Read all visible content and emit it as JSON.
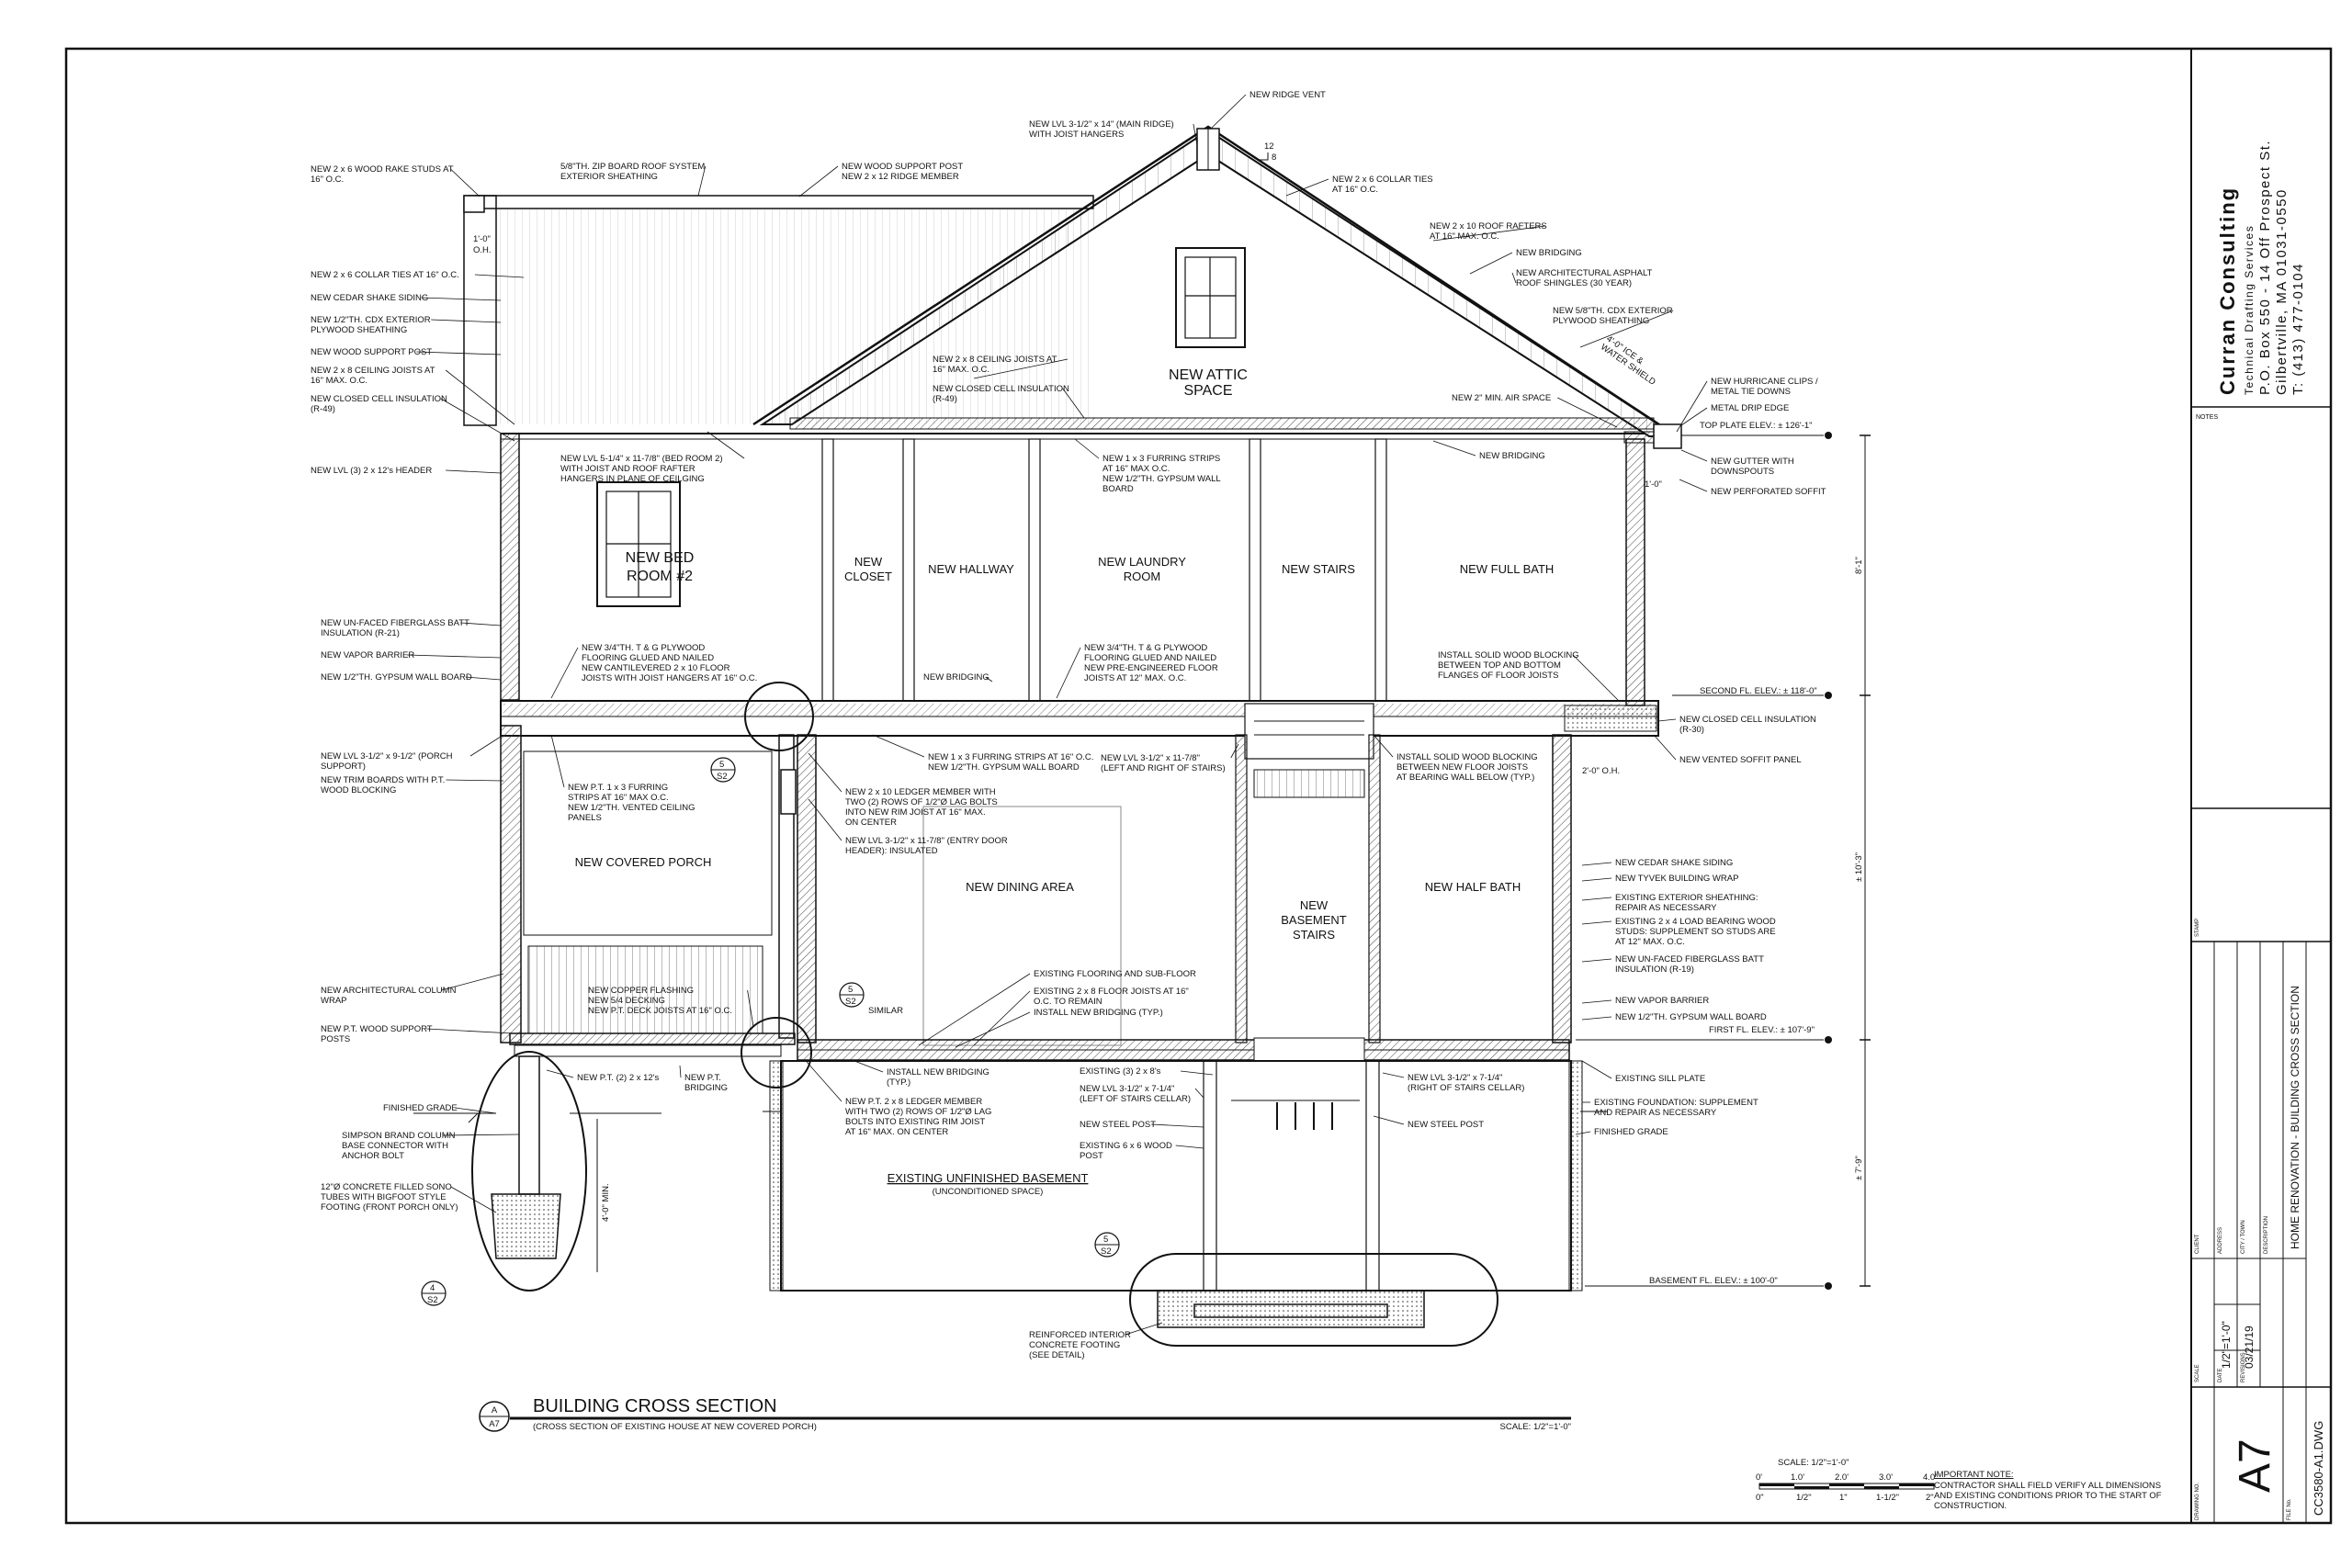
{
  "company": {
    "name": "Curran Consulting",
    "tagline": "Technical Drafting Services",
    "address1": "P.O. Box 550 - 14 Off Prospect St.",
    "address2": "Gilbertville, MA 01031-0550",
    "phone": "T: (413) 477-0104"
  },
  "titleblock": {
    "notes": "NOTES",
    "stamp": "STAMP",
    "client": "CLIENT",
    "address": "ADDRESS",
    "city_town": "CITY / TOWN",
    "description": "DESCRIPTION",
    "description_value": "HOME RENOVATION - BUILDING CROSS SECTION",
    "scale": "SCALE",
    "scale_value": "1/2\"=1'-0\"",
    "date": "DATE",
    "date_value": "03/21/19",
    "revisions": "REVISIONS",
    "drawing_no": "DRAWING NO.",
    "drawing_value": "A7",
    "file_no": "FILE No.",
    "file_value": "CC3580-A1.DWG"
  },
  "drawing": {
    "title": "BUILDING CROSS SECTION",
    "subtitle": "(CROSS SECTION OF EXISTING HOUSE AT NEW COVERED PORCH)",
    "bubble_top": "A",
    "bubble_bottom": "A7",
    "scale_right": "SCALE: 1/2\"=1'-0\"",
    "scale_bar_title": "SCALE: 1/2\"=1'-0\"",
    "scale_bar_top": [
      "0'",
      "1.0'",
      "2.0'",
      "3.0'",
      "4.0'"
    ],
    "scale_bar_bottom": [
      "0\"",
      "1/2\"",
      "1\"",
      "1-1/2\"",
      "2\""
    ],
    "important_title": "IMPORTANT NOTE:",
    "important_lines": [
      "CONTRACTOR SHALL FIELD VERIFY ALL DIMENSIONS",
      "AND EXISTING CONDITIONS PRIOR TO THE START OF",
      "CONSTRUCTION."
    ]
  },
  "rooms": {
    "attic1": "NEW ATTIC",
    "attic2": "SPACE",
    "bed1": "NEW BED",
    "bed2": "ROOM #2",
    "closet1": "NEW",
    "closet2": "CLOSET",
    "hallway": "NEW HALLWAY",
    "laundry1": "NEW LAUNDRY",
    "laundry2": "ROOM",
    "stairs": "NEW STAIRS",
    "fullbath": "NEW FULL BATH",
    "porch": "NEW COVERED PORCH",
    "dining": "NEW DINING AREA",
    "bstairs1": "NEW",
    "bstairs2": "BASEMENT",
    "bstairs3": "STAIRS",
    "halfbath": "NEW HALF BATH",
    "basement": "EXISTING UNFINISHED BASEMENT",
    "basement_sub": "(UNCONDITIONED SPACE)"
  },
  "elevations": {
    "top_plate": "TOP PLATE ELEV.: ± 126'-1\"",
    "second": "SECOND FL. ELEV.: ± 118'-0\"",
    "first": "FIRST FL. ELEV.: ± 107'-9\"",
    "basement": "BASEMENT FL. ELEV.: ± 100'-0\""
  },
  "dims": {
    "d1": "8'-1\"",
    "d2": "± 10'-3\"",
    "d3": "± 7'-9\"",
    "oh1a": "1'-0\"",
    "oh1b": "O.H.",
    "oh2": "1'-0\"",
    "oh3": "2'-0\" O.H.",
    "min4": "4'-0\" MIN.",
    "ice": "4'-0\" ICE &",
    "water": "WATER SHIELD",
    "pitch_run": "12",
    "pitch_rise": "8"
  },
  "details": {
    "d1t": "5",
    "d1b": "S2",
    "d2t": "5",
    "d2b": "S2",
    "d3t": "4",
    "d3b": "S2",
    "d4t": "5",
    "d4b": "S2",
    "similar": "SIMILAR"
  },
  "labels": {
    "left": [
      [
        "NEW 2 x 6 WOOD RAKE STUDS AT",
        "16\" O.C."
      ],
      [
        "NEW 2 x 6 COLLAR TIES AT 16\" O.C."
      ],
      [
        "NEW CEDAR SHAKE SIDING"
      ],
      [
        "NEW 1/2\"TH. CDX EXTERIOR",
        "PLYWOOD SHEATHING"
      ],
      [
        "NEW WOOD SUPPORT POST"
      ],
      [
        "NEW 2 x 8 CEILING JOISTS AT",
        "16\" MAX. O.C."
      ],
      [
        "NEW CLOSED CELL INSULATION",
        "(R-49)"
      ],
      [
        "NEW LVL (3) 2 x 12's HEADER"
      ],
      [
        "NEW UN-FACED FIBERGLASS BATT",
        "INSULATION (R-21)"
      ],
      [
        "NEW VAPOR BARRIER"
      ],
      [
        "NEW 1/2\"TH. GYPSUM WALL BOARD"
      ],
      [
        "NEW LVL 3-1/2\" x 9-1/2\" (PORCH",
        "SUPPORT)"
      ],
      [
        "NEW TRIM BOARDS WITH P.T.",
        "WOOD BLOCKING"
      ],
      [
        "NEW ARCHITECTURAL COLUMN",
        "WRAP"
      ],
      [
        "NEW P.T. WOOD SUPPORT",
        "POSTS"
      ],
      [
        "FINISHED GRADE"
      ],
      [
        "SIMPSON BRAND COLUMN",
        "BASE CONNECTOR WITH",
        "ANCHOR BOLT"
      ],
      [
        "12\"Ø CONCRETE FILLED SONO",
        "TUBES WITH BIGFOOT STYLE",
        "FOOTING (FRONT PORCH ONLY)"
      ]
    ],
    "top": [
      [
        "5/8\"TH. ZIP BOARD ROOF SYSTEM",
        "EXTERIOR SHEATHING"
      ],
      [
        "NEW WOOD SUPPORT POST",
        "NEW 2 x 12 RIDGE MEMBER"
      ],
      [
        "NEW LVL 3-1/2\" x 14\" (MAIN RIDGE)",
        "WITH JOIST HANGERS"
      ],
      [
        "NEW RIDGE VENT"
      ],
      [
        "NEW 2 x 6 COLLAR TIES",
        "AT 16\" O.C."
      ],
      [
        "NEW 2 x 10 ROOF RAFTERS",
        "AT 16\" MAX. O.C."
      ],
      [
        "NEW BRIDGING"
      ],
      [
        "NEW ARCHITECTURAL ASPHALT",
        "ROOF SHINGLES (30 YEAR)"
      ],
      [
        "NEW 5/8\"TH. CDX EXTERIOR",
        "PLYWOOD SHEATHING"
      ],
      [
        "NEW 2 x 8 CEILING JOISTS AT",
        "16\" MAX. O.C."
      ],
      [
        "NEW CLOSED CELL INSULATION",
        "(R-49)"
      ],
      [
        "NEW 2\" MIN. AIR SPACE"
      ]
    ],
    "right": [
      [
        "NEW HURRICANE CLIPS /",
        "METAL TIE DOWNS"
      ],
      [
        "METAL DRIP EDGE"
      ],
      [
        "NEW GUTTER WITH",
        "DOWNSPOUTS"
      ],
      [
        "NEW PERFORATED SOFFIT"
      ],
      [
        "NEW BRIDGING"
      ],
      [
        "NEW CLOSED CELL INSULATION",
        "(R-30)"
      ],
      [
        "NEW VENTED SOFFIT PANEL"
      ],
      [
        "NEW CEDAR SHAKE SIDING"
      ],
      [
        "NEW TYVEK BUILDING WRAP"
      ],
      [
        "EXISTING EXTERIOR SHEATHING:",
        "REPAIR AS NECESSARY"
      ],
      [
        "EXISTING 2 x 4 LOAD BEARING WOOD",
        "STUDS: SUPPLEMENT SO STUDS ARE",
        "AT 12\" MAX. O.C."
      ],
      [
        "NEW UN-FACED FIBERGLASS BATT",
        "INSULATION (R-19)"
      ],
      [
        "NEW VAPOR BARRIER"
      ],
      [
        "NEW 1/2\"TH. GYPSUM WALL BOARD"
      ],
      [
        "EXISTING SILL PLATE"
      ],
      [
        "EXISTING FOUNDATION: SUPPLEMENT",
        "AND REPAIR AS NECESSARY"
      ],
      [
        "FINISHED GRADE"
      ]
    ],
    "inner": [
      [
        "NEW LVL 5-1/4\" x 11-7/8\" (BED ROOM 2)",
        "WITH JOIST AND ROOF RAFTER",
        "HANGERS IN PLANE OF CEILGING"
      ],
      [
        "NEW 1 x 3 FURRING STRIPS",
        "AT 16\" MAX O.C.",
        "NEW 1/2\"TH. GYPSUM WALL",
        "BOARD"
      ],
      [
        "NEW 3/4\"TH. T & G PLYWOOD",
        "FLOORING GLUED AND NAILED",
        "NEW CANTILEVERED 2 x 10 FLOOR",
        "JOISTS WITH JOIST HANGERS AT 16\" O.C."
      ],
      [
        "NEW BRIDGING"
      ],
      [
        "NEW 3/4\"TH. T & G PLYWOOD",
        "FLOORING GLUED AND NAILED",
        "NEW PRE-ENGINEERED FLOOR",
        "JOISTS AT 12\" MAX. O.C."
      ],
      [
        "INSTALL SOLID WOOD BLOCKING",
        "BETWEEN TOP AND BOTTOM",
        "FLANGES OF FLOOR JOISTS"
      ],
      [
        "NEW P.T. 1 x 3 FURRING",
        "STRIPS AT 16\" MAX O.C.",
        "NEW 1/2\"TH. VENTED CEILING",
        "PANELS"
      ],
      [
        "NEW 1 x 3 FURRING STRIPS AT 16\" O.C.",
        "NEW 1/2\"TH. GYPSUM WALL BOARD"
      ],
      [
        "NEW LVL 3-1/2\" x 11-7/8\"",
        "(LEFT AND RIGHT OF STAIRS)"
      ],
      [
        "INSTALL SOLID WOOD BLOCKING",
        "BETWEEN NEW FLOOR JOISTS",
        "AT BEARING WALL BELOW (TYP.)"
      ],
      [
        "NEW 2 x 10 LEDGER MEMBER WITH",
        "TWO (2) ROWS OF 1/2\"Ø LAG BOLTS",
        "INTO NEW RIM JOIST AT 16\" MAX.",
        "ON CENTER"
      ],
      [
        "NEW LVL 3-1/2\" x 11-7/8\" (ENTRY DOOR",
        "HEADER): INSULATED"
      ],
      [
        "EXISTING FLOORING AND SUB-FLOOR"
      ],
      [
        "EXISTING 2 x 8 FLOOR JOISTS AT 16\"",
        "O.C. TO REMAIN"
      ],
      [
        "INSTALL NEW BRIDGING (TYP.)"
      ],
      [
        "NEW COPPER FLASHING",
        "NEW 5/4 DECKING",
        "NEW P.T. DECK JOISTS AT 16\" O.C."
      ],
      [
        "NEW P.T. (2) 2 x 12's"
      ],
      [
        "NEW P.T.",
        "BRIDGING"
      ],
      [
        "INSTALL NEW BRIDGING",
        "(TYP.)"
      ],
      [
        "NEW P.T. 2 x 8 LEDGER MEMBER",
        "WITH TWO (2) ROWS OF 1/2\"Ø LAG",
        "BOLTS INTO EXISTING RIM JOIST",
        "AT 16\" MAX. ON CENTER"
      ],
      [
        "EXISTING (3) 2 x 8's"
      ],
      [
        "NEW LVL 3-1/2\" x 7-1/4\"",
        "(LEFT OF STAIRS CELLAR)"
      ],
      [
        "NEW STEEL POST"
      ],
      [
        "EXISTING 6 x 6 WOOD",
        "POST"
      ],
      [
        "NEW LVL 3-1/2\" x 7-1/4\"",
        "(RIGHT OF STAIRS CELLAR)"
      ],
      [
        "NEW STEEL POST"
      ],
      [
        "REINFORCED INTERIOR",
        "CONCRETE FOOTING",
        "(SEE DETAIL)"
      ]
    ]
  }
}
